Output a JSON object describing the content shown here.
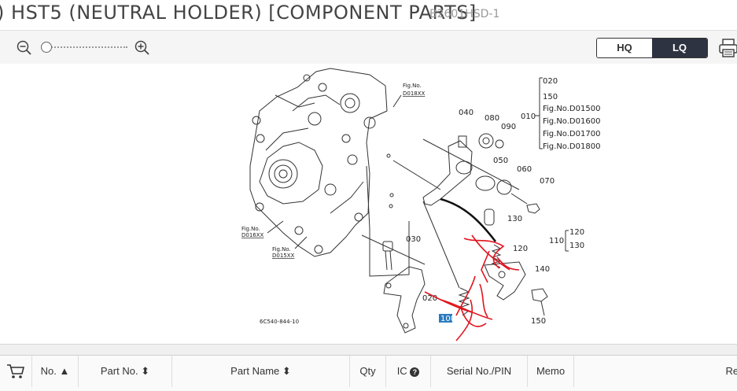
{
  "header": {
    "title": "HST5 (NEUTRAL HOLDER) [COMPONENT PARTS]",
    "code": "B2601HSD-1",
    "title_prefix": ")"
  },
  "toolbar": {
    "quality_hq": "HQ",
    "quality_lq": "LQ",
    "selected_quality": "LQ",
    "zoom_level": 0
  },
  "diagram": {
    "labels": {
      "fig_d018xx": [
        "Fig.No.",
        "D018XX"
      ],
      "fig_d016xx": [
        "Fig.No.",
        "D016XX"
      ],
      "fig_d015xx": [
        "Fig.No.",
        "D015XX"
      ],
      "group_010": [
        "020",
        "150",
        "Fig.No.D01500",
        "Fig.No.D01600",
        "Fig.No.D01700",
        "Fig.No.D01800"
      ],
      "group_110": [
        "120",
        "130"
      ]
    },
    "parts": [
      "040",
      "080",
      "090",
      "010",
      "050",
      "060",
      "070",
      "130",
      "110",
      "120",
      "140",
      "030",
      "020",
      "100",
      "150"
    ],
    "drawing_code": "6C540-844-10"
  },
  "table": {
    "columns": [
      "No.",
      "Part No.",
      "Part Name",
      "Qty",
      "IC",
      "Serial No./PIN",
      "Memo",
      "Rem"
    ]
  },
  "colors": {
    "lq_active": "#2d3340",
    "annotation": "#e0141e",
    "highlight": "#2a7bbf"
  }
}
